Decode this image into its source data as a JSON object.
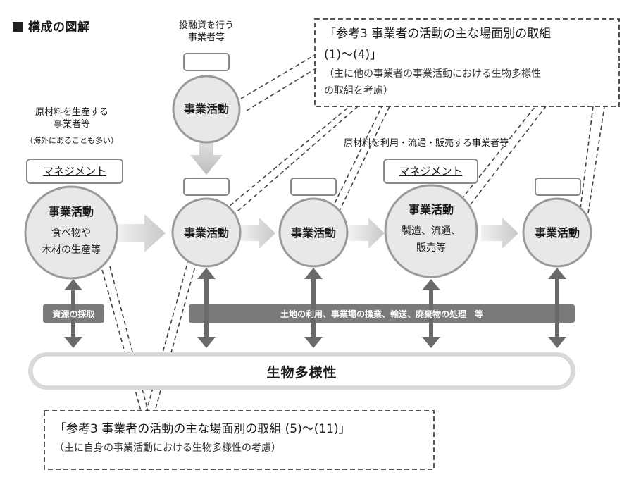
{
  "title": "構成の図解",
  "top_investor_label": [
    "投融資を行う",
    "事業者等"
  ],
  "left_producer_label": [
    "原材料を生産する",
    "事業者等"
  ],
  "left_producer_note": "（海外にあることも多い）",
  "right_group_label": "原材料を利用・流通・販売する事業者等",
  "management_label": "マネジメント",
  "activity_label": "事業活動",
  "producer_activity_detail": [
    "食べ物や",
    "木材の生産等"
  ],
  "manufacturer_activity_detail": [
    "製造、流通、",
    "販売等"
  ],
  "resource_extraction": "資源の採取",
  "land_use_bar": "土地の利用、事業場の操業、輸送、廃棄物の処理　等",
  "biodiversity": "生物多様性",
  "top_box": {
    "line1": "「参考3 事業者の活動の主な場面別の取組",
    "line2": "(1)～(4)」",
    "line3": "（主に他の事業者の事業活動における生物多様性",
    "line4": "の取組を考慮）"
  },
  "bottom_box": {
    "line1": "「参考3 事業者の活動の主な場面別の取組 (5)～(11)」",
    "line2": "（主に自身の事業活動における生物多様性の考慮）"
  },
  "colors": {
    "circle_fill": "#e9e9e9",
    "circle_stroke": "#9a9a9a",
    "bar": "#7a7a7a",
    "arrow": "#6a6a6a",
    "flow_arrow": "#d4d4d4"
  }
}
